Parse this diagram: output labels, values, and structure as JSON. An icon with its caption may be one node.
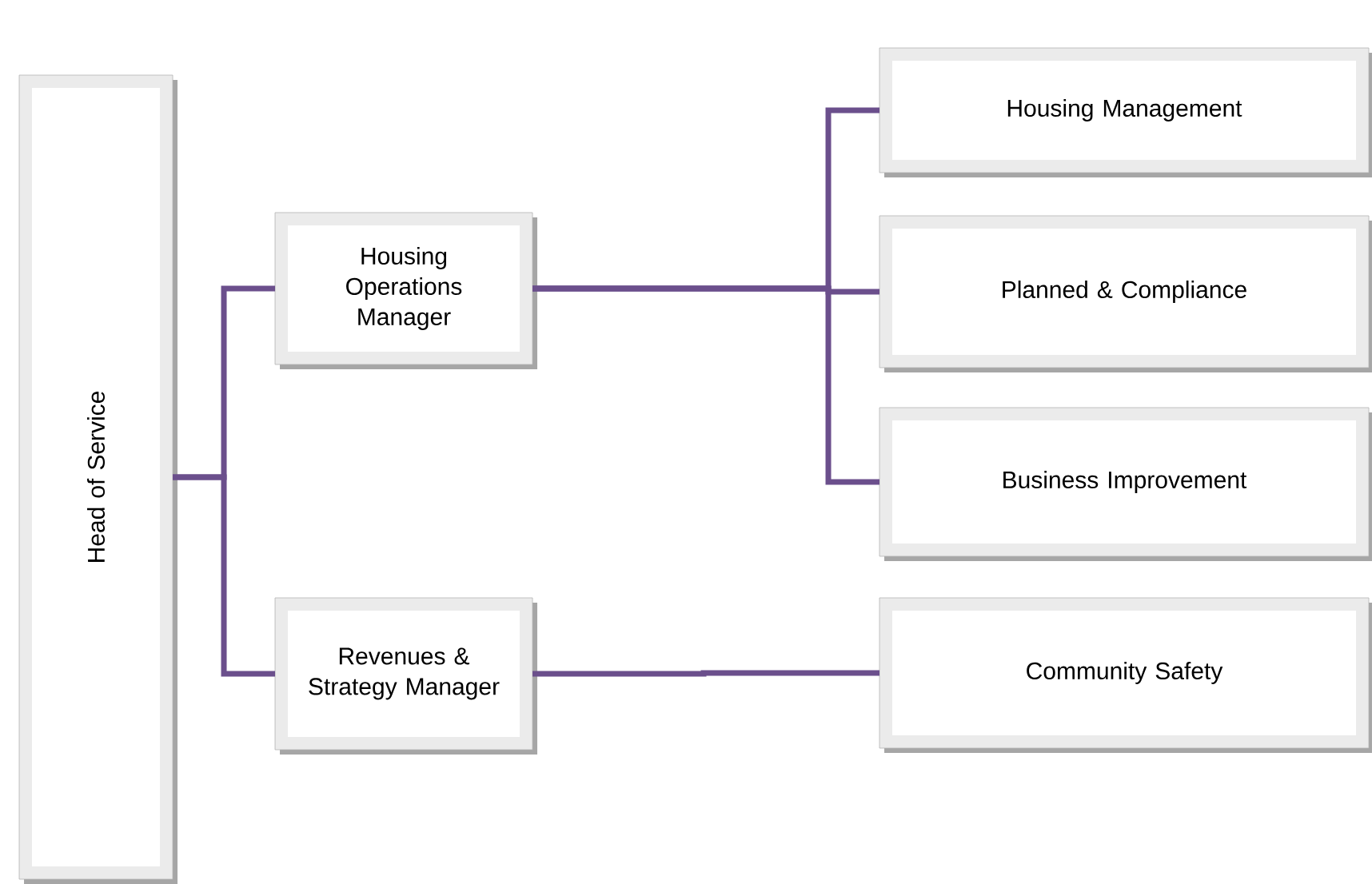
{
  "diagram": {
    "nodes": [
      {
        "text": [
          "Head of Service"
        ]
      },
      {
        "text": [
          "Housing Operations Manager"
        ]
      },
      {
        "text": [
          "Revenues & Strategy Manager"
        ]
      },
      {
        "text": [
          "Housing Management"
        ]
      },
      {
        "text": [
          "Planned & Compliance"
        ]
      },
      {
        "text": [
          "Business Improvement"
        ]
      },
      {
        "text": [
          "Community Safety"
        ]
      }
    ],
    "edges": [
      {
        "from": 0,
        "to": 1,
        "arrow": "none"
      },
      {
        "from": 0,
        "to": 2,
        "arrow": "none"
      },
      {
        "from": 1,
        "to": 3,
        "arrow": "none"
      },
      {
        "from": 1,
        "to": 4,
        "arrow": "none"
      },
      {
        "from": 1,
        "to": 5,
        "arrow": "none"
      },
      {
        "from": 2,
        "to": 6,
        "arrow": "none"
      }
    ]
  }
}
